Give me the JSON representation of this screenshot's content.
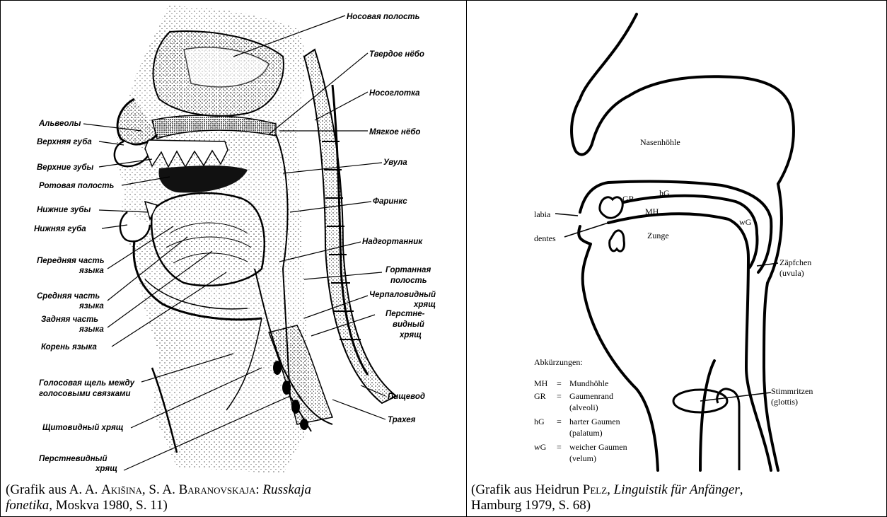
{
  "left_figure": {
    "labels": {
      "nasal_cavity": "Носовая полость",
      "hard_palate": "Твердое нёбо",
      "nasopharynx": "Носоглотка",
      "soft_palate": "Мягкое нёбо",
      "uvula": "Увула",
      "pharynx": "Фаринкс",
      "epiglottis": "Надгортанник",
      "laryngeal_cavity_1": "Гортанная",
      "laryngeal_cavity_2": "полость",
      "arytenoid_1": "Черпаловидный",
      "arytenoid_2": "хрящ",
      "cricoid_r_1": "Перстне-",
      "cricoid_r_2": "видный",
      "cricoid_r_3": "хрящ",
      "esophagus": "Пищевод",
      "trachea": "Трахея",
      "alveoli": "Альвеолы",
      "upper_lip": "Верхняя губа",
      "upper_teeth": "Верхние зубы",
      "oral_cavity": "Ротовая полость",
      "lower_teeth": "Нижние зубы",
      "lower_lip": "Нижняя губа",
      "front_tongue_1": "Передняя часть",
      "front_tongue_2": "языка",
      "middle_tongue_1": "Средняя часть",
      "middle_tongue_2": "языка",
      "back_tongue_1": "Задняя часть",
      "back_tongue_2": "языка",
      "tongue_root": "Корень языка",
      "glottis_1": "Голосовая щель между",
      "glottis_2": "голосовыми связками",
      "thyroid": "Щитовидный хрящ",
      "cricoid_l_1": "Перстневидный",
      "cricoid_l_2": "хрящ"
    },
    "caption": {
      "prefix": "(Grafik aus A. A. ",
      "author1": "Akišina",
      "sep": ", S. A. ",
      "author2": "Baranovskaja",
      "colon": ": ",
      "title_line1": "Russkaja",
      "title_line2": "fonetika",
      "suffix": ", Moskva 1980, S. 11)"
    }
  },
  "right_figure": {
    "labels": {
      "nasenhoehle": "Nasenhöhle",
      "gr": "GR",
      "hg": "hG",
      "mh": "MH",
      "wg": "wG",
      "labia": "labia",
      "dentes": "dentes",
      "zunge": "Zunge",
      "zaepfchen": "Zäpfchen",
      "uvula": "(uvula)",
      "stimmritzen": "Stimmritzen",
      "glottis": "(glottis)"
    },
    "abbreviations": {
      "heading": "Abkürzungen:",
      "rows": [
        {
          "abbr": "MH",
          "eq": "=",
          "term": "Mundhöhle",
          "note": ""
        },
        {
          "abbr": "GR",
          "eq": "=",
          "term": "Gaumenrand",
          "note": "(alveoli)"
        },
        {
          "abbr": "hG",
          "eq": "=",
          "term": "harter Gaumen",
          "note": "(palatum)"
        },
        {
          "abbr": "wG",
          "eq": "=",
          "term": "weicher Gaumen",
          "note": "(velum)"
        }
      ]
    },
    "caption": {
      "prefix": "(Grafik aus Heidrun ",
      "author_p": "P",
      "author_rest": "elz",
      "comma": ", ",
      "title": "Linguistik für Anfänger",
      "suffix": ",",
      "line2": "Hamburg 1979, S. 68)"
    }
  }
}
